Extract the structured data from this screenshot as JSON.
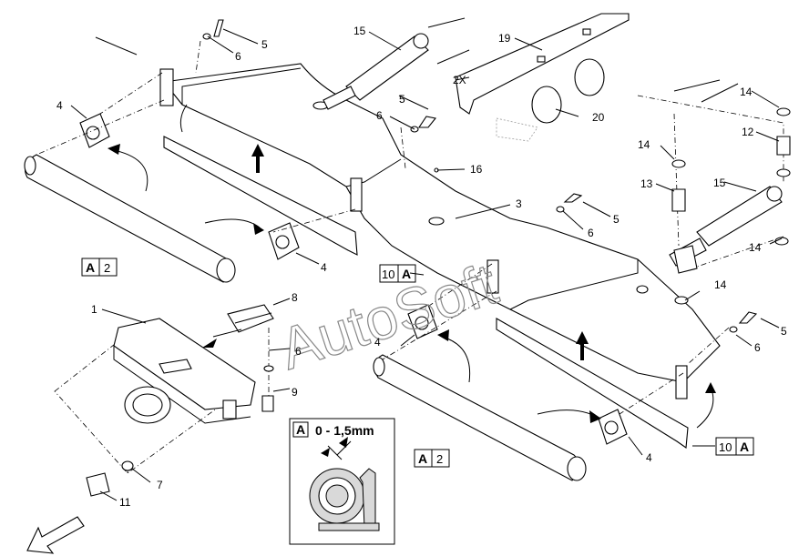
{
  "watermark": "AutoSoft",
  "labels": {
    "l1": "1",
    "l2x": "2X",
    "l3": "3",
    "l4a": "4",
    "l4b": "4",
    "l4c": "4",
    "l4d": "4",
    "l5a": "5",
    "l5b": "5",
    "l5c": "5",
    "l5d": "5",
    "l6a": "6",
    "l6b": "6",
    "l6c": "6",
    "l6d": "6",
    "l6e": "6",
    "l7": "7",
    "l8": "8",
    "l9": "9",
    "l11": "11",
    "l12": "12",
    "l13": "13",
    "l14a": "14",
    "l14b": "14",
    "l14c": "14",
    "l14d": "14",
    "l15a": "15",
    "l15b": "15",
    "l16": "16",
    "l19": "19",
    "l20": "20"
  },
  "boxes": {
    "a2_left": {
      "letter": "A",
      "num": "2"
    },
    "a2_bottom": {
      "letter": "A",
      "num": "2"
    },
    "ten_a_mid": {
      "num": "10",
      "letter": "A"
    },
    "ten_a_right": {
      "num": "10",
      "letter": "A"
    }
  },
  "detail": {
    "letter": "A",
    "spec": "0 - 1,5mm"
  }
}
